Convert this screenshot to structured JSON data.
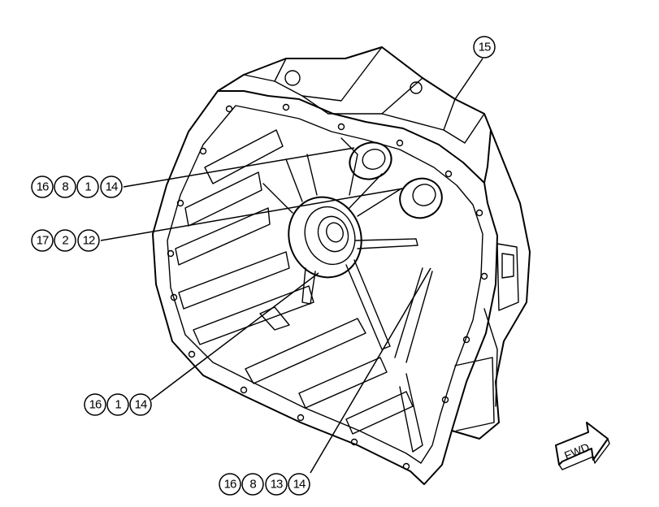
{
  "callouts": [
    {
      "id": "c15",
      "numbers": [
        "15"
      ]
    },
    {
      "id": "c1681",
      "numbers": [
        "16",
        "8",
        "1",
        "14"
      ]
    },
    {
      "id": "c1721",
      "numbers": [
        "17",
        "2",
        "12"
      ]
    },
    {
      "id": "c1611",
      "numbers": [
        "16",
        "1",
        "14"
      ]
    },
    {
      "id": "c1681b",
      "numbers": [
        "16",
        "8",
        "13",
        "14"
      ]
    }
  ],
  "fwd_label": "FWD"
}
